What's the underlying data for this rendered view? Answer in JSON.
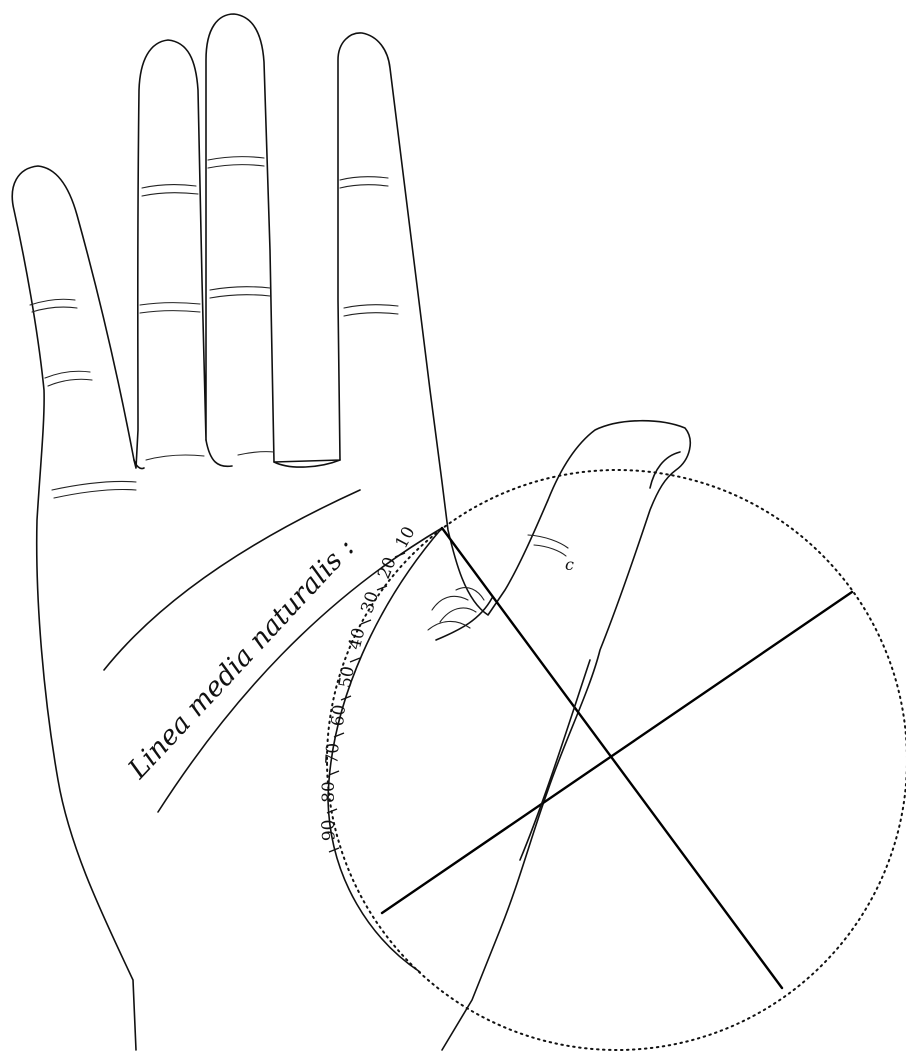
{
  "labels": {
    "line_name": "Linea media naturalis :",
    "thumb_mark": "c"
  },
  "scale_numbers": [
    "10",
    "20",
    "30",
    "40",
    "50",
    "60",
    "70",
    "80",
    "90"
  ]
}
